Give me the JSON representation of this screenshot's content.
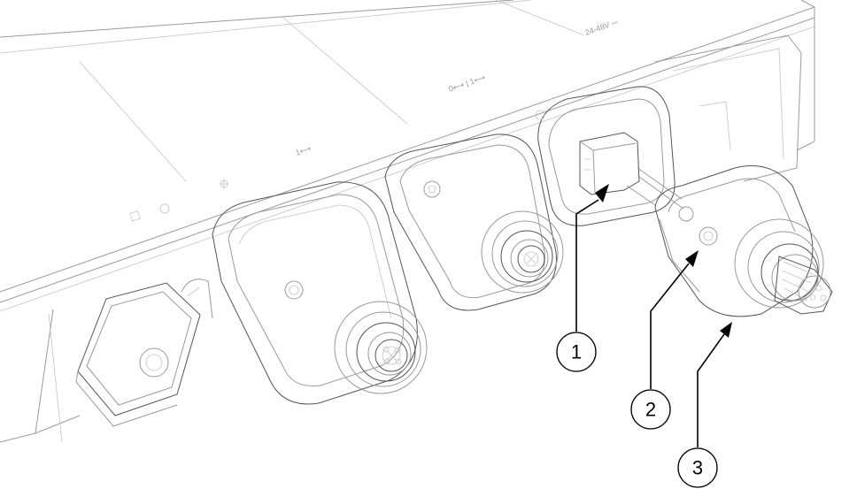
{
  "figure": {
    "port_labels": {
      "label_a": "1⟷",
      "label_b": "0⟷ | 1⟷",
      "label_c": "24-48V ⎓"
    },
    "callouts": [
      {
        "id": "1",
        "label": "1"
      },
      {
        "id": "2",
        "label": "2"
      },
      {
        "id": "3",
        "label": "3"
      }
    ]
  }
}
